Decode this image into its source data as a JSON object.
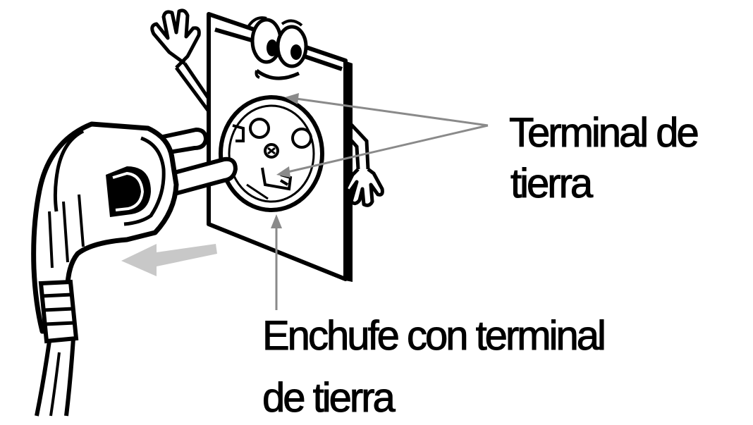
{
  "labels": {
    "ground_terminal": {
      "line1": "Terminal de",
      "line2": "tierra"
    },
    "grounded_outlet": {
      "line1": "Enchufe con terminal",
      "line2": "de tierra"
    }
  },
  "colors": {
    "ink": "#000000",
    "leader_line": "#8a8a8a",
    "pull_arrow": "#c8c8c8",
    "background": "#ffffff"
  },
  "icons": [
    "cartoon-outlet-character",
    "ground-plug",
    "pull-direction-arrow"
  ]
}
